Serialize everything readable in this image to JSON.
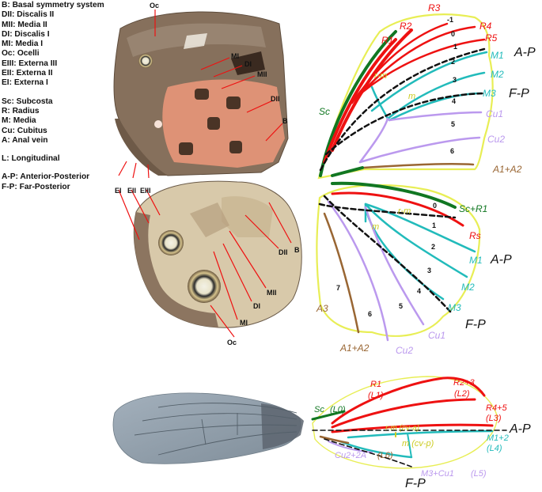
{
  "legend": [
    "B: Basal symmetry system",
    "DII: Discalis II",
    "MII: Media II",
    "DI: Discalis I",
    "MI: Media I",
    "Oc: Ocelli",
    "EIII: Externa III",
    "EII: Externa II",
    "EI: Externa I",
    "",
    "Sc: Subcosta",
    "R: Radius",
    "M: Media",
    "Cu: Cubitus",
    "A: Anal vein",
    "",
    "L: Longitudinal",
    "",
    "A-P: Anterior-Posterior",
    "F-P: Far-Posterior"
  ],
  "photo_labels": {
    "oc_top": "Oc",
    "mi_top": "MI",
    "di_top": "DI",
    "mii_top": "MII",
    "dii_top": "DII",
    "b_top": "B",
    "ei": "EI",
    "eii": "EII",
    "eiii": "EIII",
    "b_bot": "B",
    "dii_bot": "DII",
    "mii_bot": "MII",
    "di_bot": "DI",
    "mi_bot": "MI",
    "oc_bot": "Oc"
  },
  "fore": {
    "r3": "R3",
    "r2": "R2",
    "r4": "R4",
    "r1": "R1",
    "r5": "R5",
    "cell_m1": "-1",
    "cell_0": "0",
    "cell_1": "1",
    "cell_2": "2",
    "cell_3": "3",
    "cell_4": "4",
    "cell_5": "5",
    "cell_6": "6",
    "rm": "r-m",
    "m": "m",
    "sc": "Sc",
    "m1": "M1",
    "m2": "M2",
    "m3": "M3",
    "cu1": "Cu1",
    "cu2": "Cu2",
    "a1a2": "A1+A2",
    "ap": "A-P",
    "fp": "F-P"
  },
  "hind": {
    "scr1": "Sc+R1",
    "rs": "Rs",
    "rm": "r-m",
    "m": "m",
    "cell_0": "0",
    "cell_1": "1",
    "cell_2": "2",
    "cell_3": "3",
    "cell_4": "4",
    "cell_5": "5",
    "cell_6": "6",
    "cell_7": "7",
    "m1": "M1",
    "m2": "M2",
    "m3": "M3",
    "cu1": "Cu1",
    "cu2": "Cu2",
    "a3": "A3",
    "a1a2": "A1+A2",
    "ap": "A-P",
    "fp": "F-P"
  },
  "fly": {
    "sc": "Sc",
    "l0": "(L0)",
    "r1": "R1",
    "l1": "(L1)",
    "r23": "R2+3",
    "l2": "(L2)",
    "r45": "R4+5",
    "l3": "(L3)",
    "ap": "A-P",
    "rm": "r-m (cv-a)",
    "m": "m (cv-p)",
    "m12": "M1+2",
    "l4": "(L4)",
    "cu2a": "Cu2+2A",
    "l6": "(L6)",
    "m3cu1": "M3+Cu1",
    "l5": "(L5)",
    "fp": "F-P"
  },
  "colors": {
    "outline": "#e8ee55",
    "radius": "#ee1111",
    "media": "#22bbbb",
    "subcosta": "#117722",
    "cubitus": "#bb99ee",
    "anal": "#996633",
    "rm_text": "#cccc22",
    "wing_brown": "#7a6450",
    "wing_orange": "#e29276",
    "fly_membrane": "#93a1ad"
  }
}
